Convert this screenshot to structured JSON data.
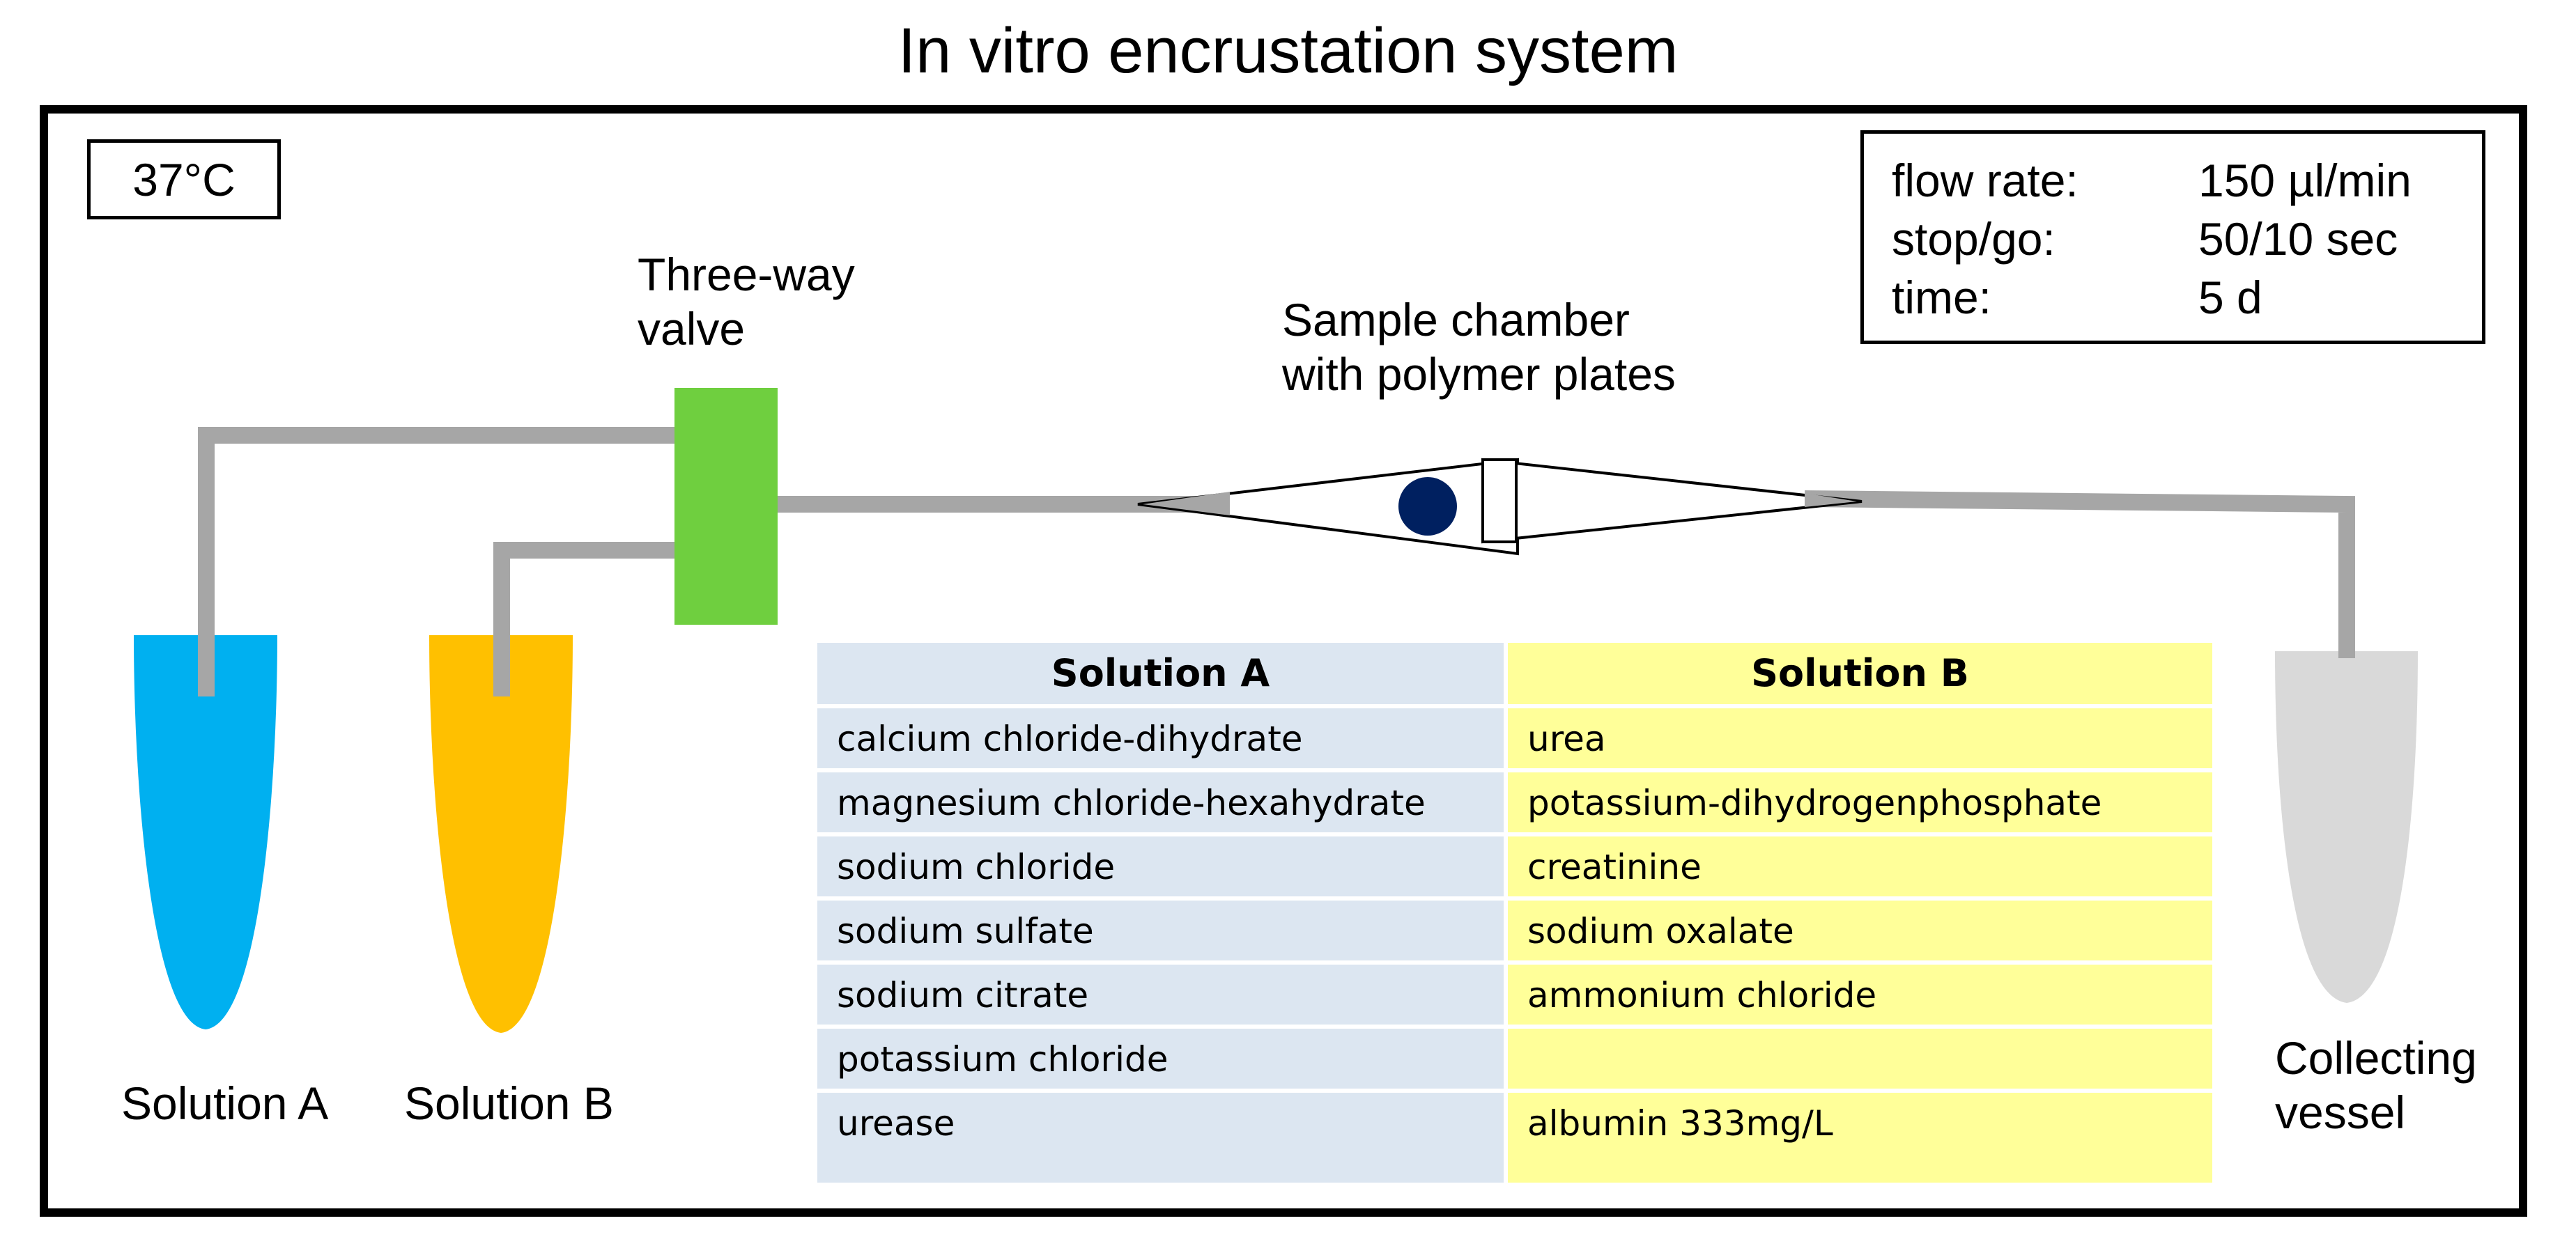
{
  "title": "In vitro encrustation system",
  "temperature": "37°C",
  "parameters": [
    {
      "key": "flow rate:",
      "value": "150 µl/min"
    },
    {
      "key": "stop/go:",
      "value": "50/10 sec"
    },
    {
      "key": "time:",
      "value": "5 d"
    }
  ],
  "labels": {
    "valve": [
      "Three-way",
      "valve"
    ],
    "chamber": [
      "Sample chamber",
      "with polymer plates"
    ],
    "solution_a": "Solution A",
    "solution_b": "Solution B",
    "collecting": [
      "Collecting",
      "vessel"
    ]
  },
  "colors": {
    "solution_a": "#00b0f0",
    "solution_b": "#ffc000",
    "valve": "#6fcf3f",
    "tube": "#a6a6a6",
    "collecting_vessel": "#d9d9d9",
    "sample_dot": "#002060",
    "table_a": "#dce6f1",
    "table_b": "#ffff99"
  },
  "table": {
    "headers": [
      "Solution  A",
      "Solution B"
    ],
    "rows": [
      [
        "calcium chloride-dihydrate",
        "urea"
      ],
      [
        "magnesium chloride-hexahydrate",
        "potassium-dihydrogenphosphate"
      ],
      [
        "sodium chloride",
        "creatinine"
      ],
      [
        "sodium sulfate",
        "sodium oxalate"
      ],
      [
        "sodium citrate",
        "ammonium chloride"
      ],
      [
        "potassium chloride",
        ""
      ],
      [
        "urease",
        "albumin 333mg/L"
      ]
    ]
  }
}
